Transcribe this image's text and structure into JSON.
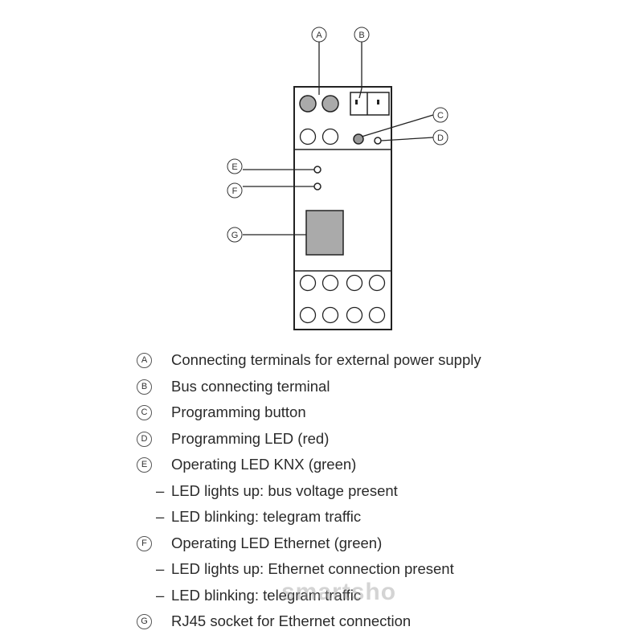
{
  "diagram": {
    "markers": [
      {
        "key": "A",
        "letter": "A"
      },
      {
        "key": "B",
        "letter": "B"
      },
      {
        "key": "C",
        "letter": "C"
      },
      {
        "key": "D",
        "letter": "D"
      },
      {
        "key": "E",
        "letter": "E"
      },
      {
        "key": "F",
        "letter": "F"
      },
      {
        "key": "G",
        "letter": "G"
      }
    ]
  },
  "legend": [
    {
      "letter": "A",
      "text": "Connecting terminals for external power supply"
    },
    {
      "letter": "B",
      "text": "Bus connecting terminal"
    },
    {
      "letter": "C",
      "text": "Programming button"
    },
    {
      "letter": "D",
      "text": "Programming LED (red)"
    },
    {
      "letter": "E",
      "text": "Operating LED KNX (green)"
    },
    {
      "dash": "–",
      "text": "LED lights up: bus voltage present"
    },
    {
      "dash": "–",
      "text": "LED blinking: telegram traffic"
    },
    {
      "letter": "F",
      "text": "Operating LED Ethernet (green)"
    },
    {
      "dash": "–",
      "text": "LED lights up: Ethernet connection present"
    },
    {
      "dash": "–",
      "text": "LED blinking: telegram traffic"
    },
    {
      "letter": "G",
      "text": "RJ45 socket for Ethernet connection"
    }
  ],
  "watermark": {
    "text": "smartsho"
  }
}
